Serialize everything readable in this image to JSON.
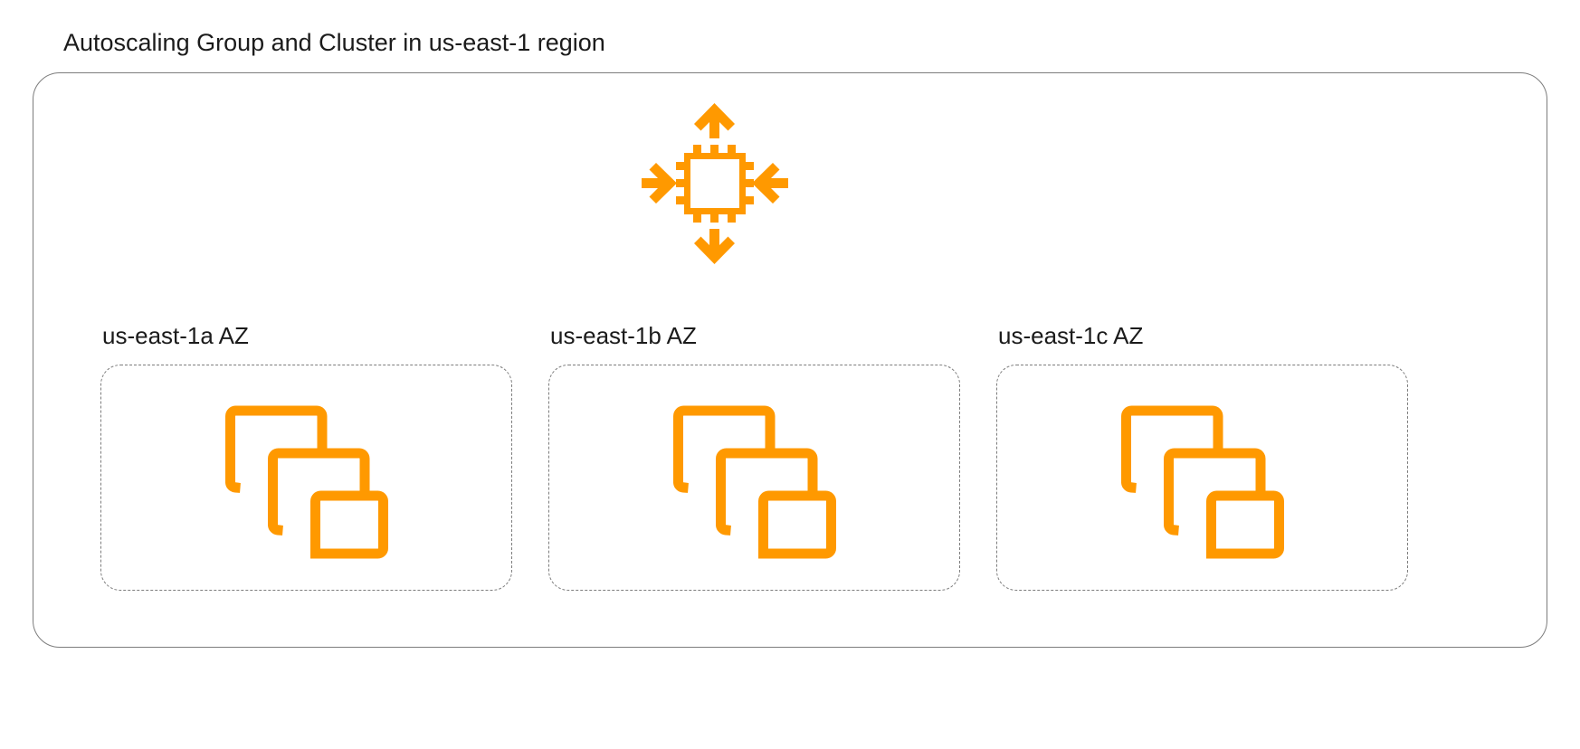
{
  "diagram": {
    "title": "Autoscaling Group and Cluster in us-east-1 region",
    "region": "us-east-1",
    "colors": {
      "accent_orange": "#FF9900",
      "border_gray": "#7D7D7D",
      "text": "#1B1B1B",
      "background": "#FFFFFF"
    },
    "center_icon": {
      "name": "autoscaling-icon",
      "description": "chip with four expanding arrows"
    },
    "availability_zones": [
      {
        "label": "us-east-1a AZ",
        "icon_name": "instances-stack-icon",
        "instance_count": 3
      },
      {
        "label": "us-east-1b AZ",
        "icon_name": "instances-stack-icon",
        "instance_count": 3
      },
      {
        "label": "us-east-1c AZ",
        "icon_name": "instances-stack-icon",
        "instance_count": 3
      }
    ]
  }
}
